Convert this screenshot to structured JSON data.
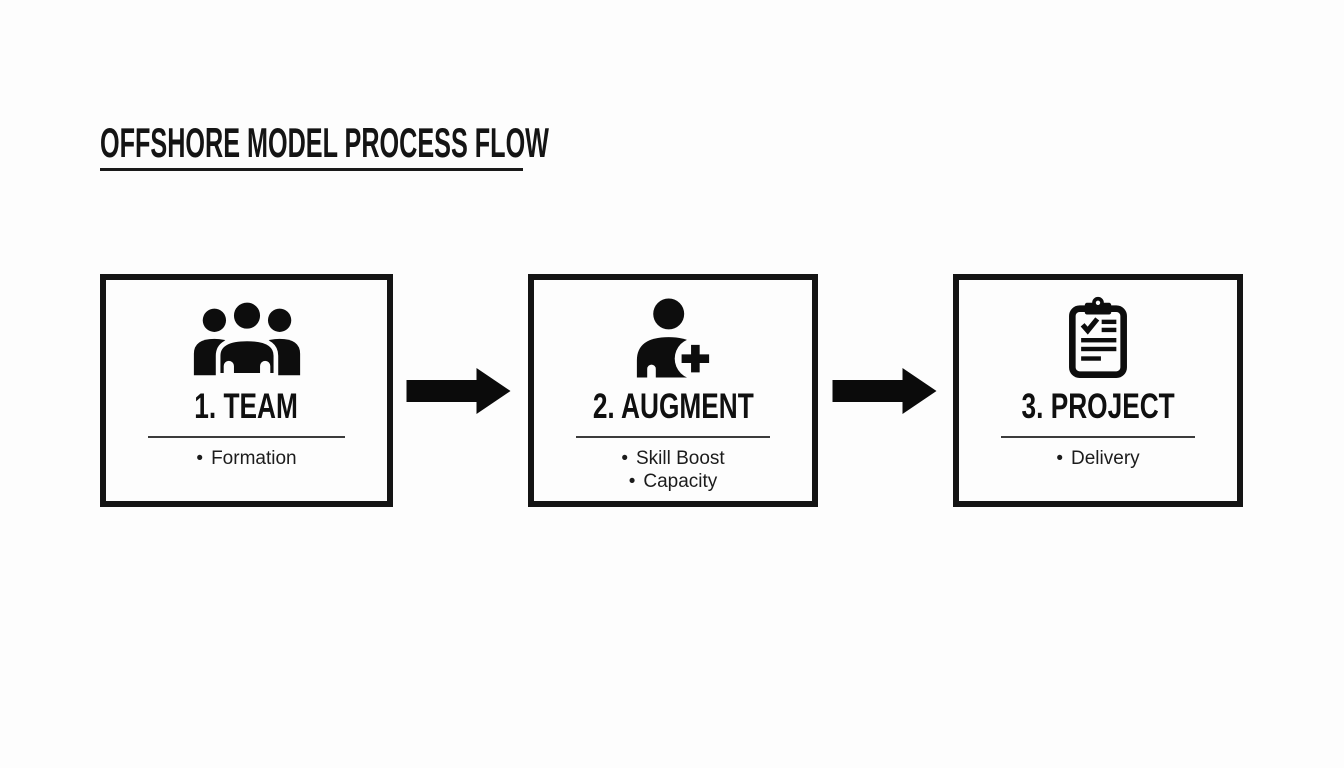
{
  "title": {
    "text": "OFFSHORE MODEL PROCESS FLOW"
  },
  "bullet_marker": "•",
  "steps": [
    {
      "label": "1. TEAM",
      "icon": "team-group-icon",
      "bullets": [
        "Formation"
      ]
    },
    {
      "label": "2. AUGMENT",
      "icon": "person-add-icon",
      "bullets": [
        "Skill Boost",
        "Capacity"
      ]
    },
    {
      "label": "3. PROJECT",
      "icon": "clipboard-check-icon",
      "bullets": [
        "Delivery"
      ]
    }
  ],
  "colors": {
    "background": "#fdfdfd",
    "ink": "#101010",
    "box_border": "#141414",
    "divider": "#3c3c3c"
  }
}
